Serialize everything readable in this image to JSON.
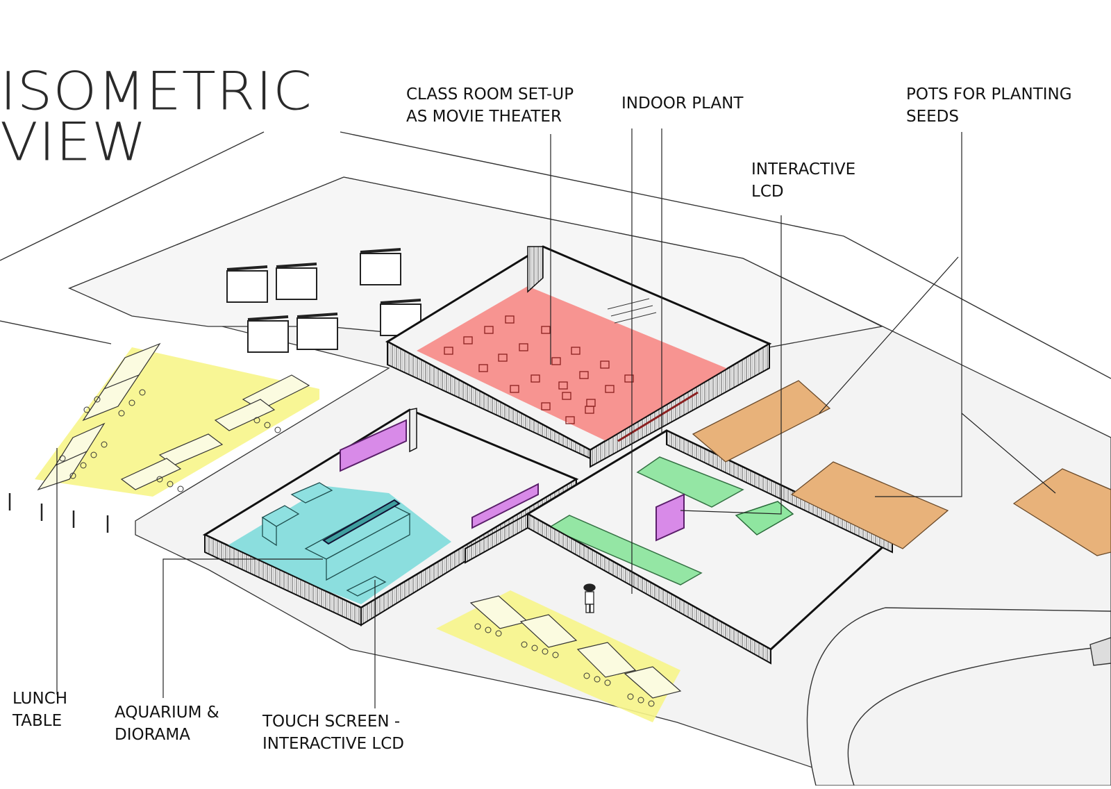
{
  "title": {
    "line1": "ISOMETRIC",
    "line2": "VIEW"
  },
  "labels": {
    "classroom": {
      "line1": "CLASS ROOM SET-UP",
      "line2": "AS MOVIE THEATER"
    },
    "indoor_plant": {
      "line1": "INDOOR PLANT"
    },
    "interactive_lcd": {
      "line1": "INTERACTIVE",
      "line2": "LCD"
    },
    "pots": {
      "line1": "POTS FOR PLANTING",
      "line2": "SEEDS"
    },
    "lunch": {
      "line1": "LUNCH",
      "line2": "TABLE"
    },
    "aquarium": {
      "line1": "AQUARIUM &",
      "line2": "DIORAMA"
    },
    "touch": {
      "line1": "TOUCH SCREEN -",
      "line2": "INTERACTIVE LCD"
    }
  },
  "zone_colors": {
    "lunch_table": "#f7f58a",
    "movie_theater": "#f78a86",
    "aquarium": "#7fdbdc",
    "touch_screen": "#d88ae8",
    "indoor_plant": "#8fe6a0",
    "planting_pots": "#e8b27a",
    "line": "#1a1a1a"
  }
}
